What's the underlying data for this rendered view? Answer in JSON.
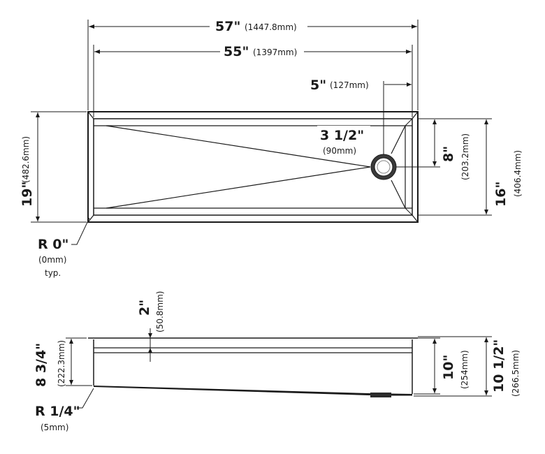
{
  "top_view": {
    "overall_width": {
      "inches": "57\"",
      "mm": "(1447.8mm)"
    },
    "inner_width": {
      "inches": "55\"",
      "mm": "(1397mm)"
    },
    "drain_offset": {
      "inches": "5\"",
      "mm": "(127mm)"
    },
    "drain_diameter": {
      "inches": "3 1/2\"",
      "mm": "(90mm)"
    },
    "drain_from_edge": {
      "inches": "8\"",
      "mm": "(203.2mm)"
    },
    "overall_depth": {
      "inches": "19\"",
      "mm": "(482.6mm)"
    },
    "inner_depth": {
      "inches": "16\"",
      "mm": "(406.4mm)"
    },
    "corner_radius": {
      "inches": "R 0\"",
      "mm": "(0mm)",
      "note": "typ."
    }
  },
  "side_view": {
    "ledge_depth": {
      "inches": "2\"",
      "mm": "(50.8mm)"
    },
    "front_height": {
      "inches": "8 3/4\"",
      "mm": "(222.3mm)"
    },
    "inner_height": {
      "inches": "10\"",
      "mm": "(254mm)"
    },
    "overall_height": {
      "inches": "10 1/2\"",
      "mm": "(266.5mm)"
    },
    "bottom_radius": {
      "inches": "R 1/4\"",
      "mm": "(5mm)"
    }
  }
}
